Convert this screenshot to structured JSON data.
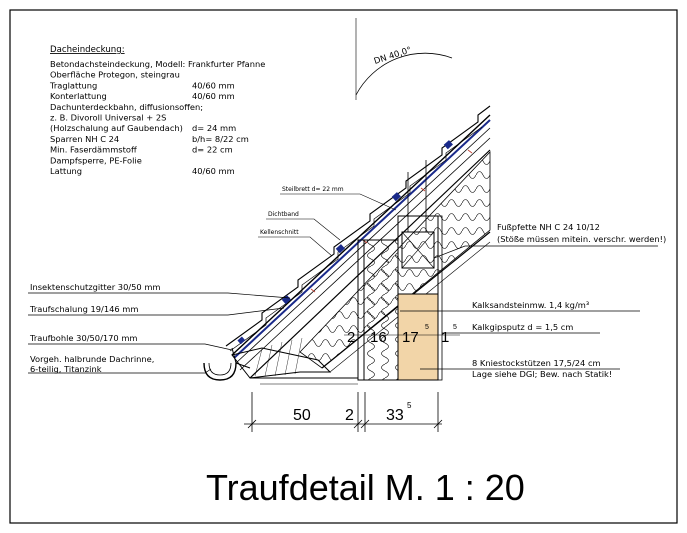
{
  "spec": {
    "heading": "Dacheindeckung:",
    "lines": [
      {
        "label": "Betondachsteindeckung, Modell: Frankfurter Pfanne",
        "value": ""
      },
      {
        "label": "Oberfläche Protegon, steingrau",
        "value": ""
      },
      {
        "label": "Traglattung",
        "value": "40/60 mm"
      },
      {
        "label": "Konterlattung",
        "value": "40/60 mm"
      },
      {
        "label": "Dachunterdeckbahn, diffusionsoffen;",
        "value": ""
      },
      {
        "label": "z. B. Divoroll Universal + 2S",
        "value": ""
      },
      {
        "label": "(Holzschalung auf Gaubendach)",
        "value": "d= 24 mm"
      },
      {
        "label": "Sparren NH C 24",
        "value": "b/h= 8/22 cm"
      },
      {
        "label": "Min. Faserdämmstoff",
        "value": "d= 22 cm"
      },
      {
        "label": "Dampfsperre, PE-Folie",
        "value": ""
      },
      {
        "label": "Lattung",
        "value": "40/60 mm"
      }
    ]
  },
  "roof_pitch": "DN 40,0°",
  "labels_left": [
    "Insektenschutzgitter 30/50 mm",
    "Traufschalung 19/146 mm",
    "Traufbohle 30/50/170 mm",
    "Vorgeh. halbrunde Dachrinne,",
    "6-teilig, Titanzink"
  ],
  "labels_small": {
    "steilbrett": "Steilbrett d= 22 mm",
    "dichtband": "Dichtband",
    "kehlenschnitt": "Kellenschnitt"
  },
  "labels_right": {
    "fusspfette_1": "Fußpfette NH C 24 10/12",
    "fusspfette_2": "(Stöße müssen mitein. verschr. werden!)",
    "kalksandstein": "Kalksandsteinmw. 1,4 kg/m³",
    "putz": "Kalkgipsputz d = 1,5 cm",
    "stuetzen": "8 Kniestockstützen 17,5/24 cm",
    "stuetzen_2": "Lage siehe DGl; Bew. nach Statik!"
  },
  "wall_dims": {
    "d1": "2",
    "d2": "16",
    "d3": "17",
    "d3_sup": "5",
    "d4": "1",
    "d4_sup": "5"
  },
  "bottom_dims": {
    "a": "50",
    "b": "2",
    "c": "33",
    "c_sup": "5"
  },
  "title": "Traufdetail M. 1 : 20"
}
